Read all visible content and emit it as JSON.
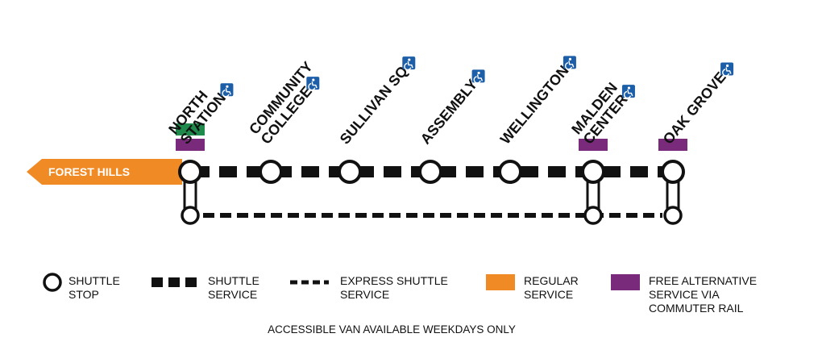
{
  "colors": {
    "regular": "#f08a24",
    "alternative": "#7a2a7a",
    "green": "#1f8a4c",
    "accessible": "#1c5ea8",
    "line": "#111111"
  },
  "icons": {
    "accessible": "wheelchair-icon"
  },
  "terminus": {
    "label": "FOREST HILLS"
  },
  "stations": [
    {
      "id": "north-station",
      "lines": [
        "NORTH",
        "STATION"
      ],
      "accessible": true,
      "markers": [
        "green",
        "alternative"
      ],
      "express_loop": true
    },
    {
      "id": "community-college",
      "lines": [
        "COMMUNITY",
        "COLLEGE"
      ],
      "accessible": true,
      "markers": [],
      "express_loop": false
    },
    {
      "id": "sullivan-sq",
      "lines": [
        "SULLIVAN SQ"
      ],
      "accessible": true,
      "markers": [],
      "express_loop": false
    },
    {
      "id": "assembly",
      "lines": [
        "ASSEMBLY"
      ],
      "accessible": true,
      "markers": [],
      "express_loop": false
    },
    {
      "id": "wellington",
      "lines": [
        "WELLINGTON"
      ],
      "accessible": true,
      "markers": [],
      "express_loop": false
    },
    {
      "id": "malden-center",
      "lines": [
        "MALDEN",
        "CENTER"
      ],
      "accessible": true,
      "markers": [
        "alternative"
      ],
      "express_loop": true
    },
    {
      "id": "oak-grove",
      "lines": [
        "OAK GROVE"
      ],
      "accessible": true,
      "markers": [
        "alternative"
      ],
      "express_loop": true
    }
  ],
  "legend": {
    "shuttle_stop": [
      "SHUTTLE",
      "STOP"
    ],
    "shuttle_service": [
      "SHUTTLE",
      "SERVICE"
    ],
    "express_shuttle": [
      "EXPRESS SHUTTLE",
      "SERVICE"
    ],
    "regular_service": [
      "REGULAR",
      "SERVICE"
    ],
    "alternative_service": [
      "FREE ALTERNATIVE",
      "SERVICE VIA",
      "COMMUTER RAIL"
    ]
  },
  "footer": {
    "note": "ACCESSIBLE VAN AVAILABLE WEEKDAYS ONLY"
  }
}
